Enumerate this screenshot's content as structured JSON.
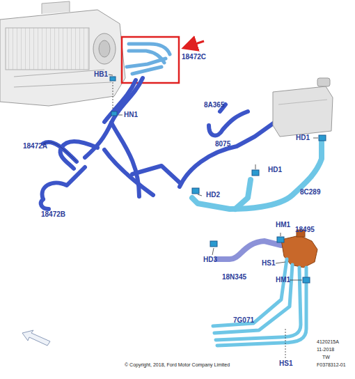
{
  "diagram": {
    "labels": [
      "18472C",
      "HB1",
      "HN1",
      "8A365",
      "8075",
      "HD1",
      "18472A",
      "HD1",
      "HD2",
      "8C289",
      "18472B",
      "HM1",
      "18495",
      "HD3",
      "HS1",
      "18N345",
      "HM1",
      "7G071",
      "HS1",
      "4120215A",
      "11-2018",
      "TW",
      "© Copyright, 2018, Ford Motor Company Limited",
      "F0378312-01"
    ]
  }
}
